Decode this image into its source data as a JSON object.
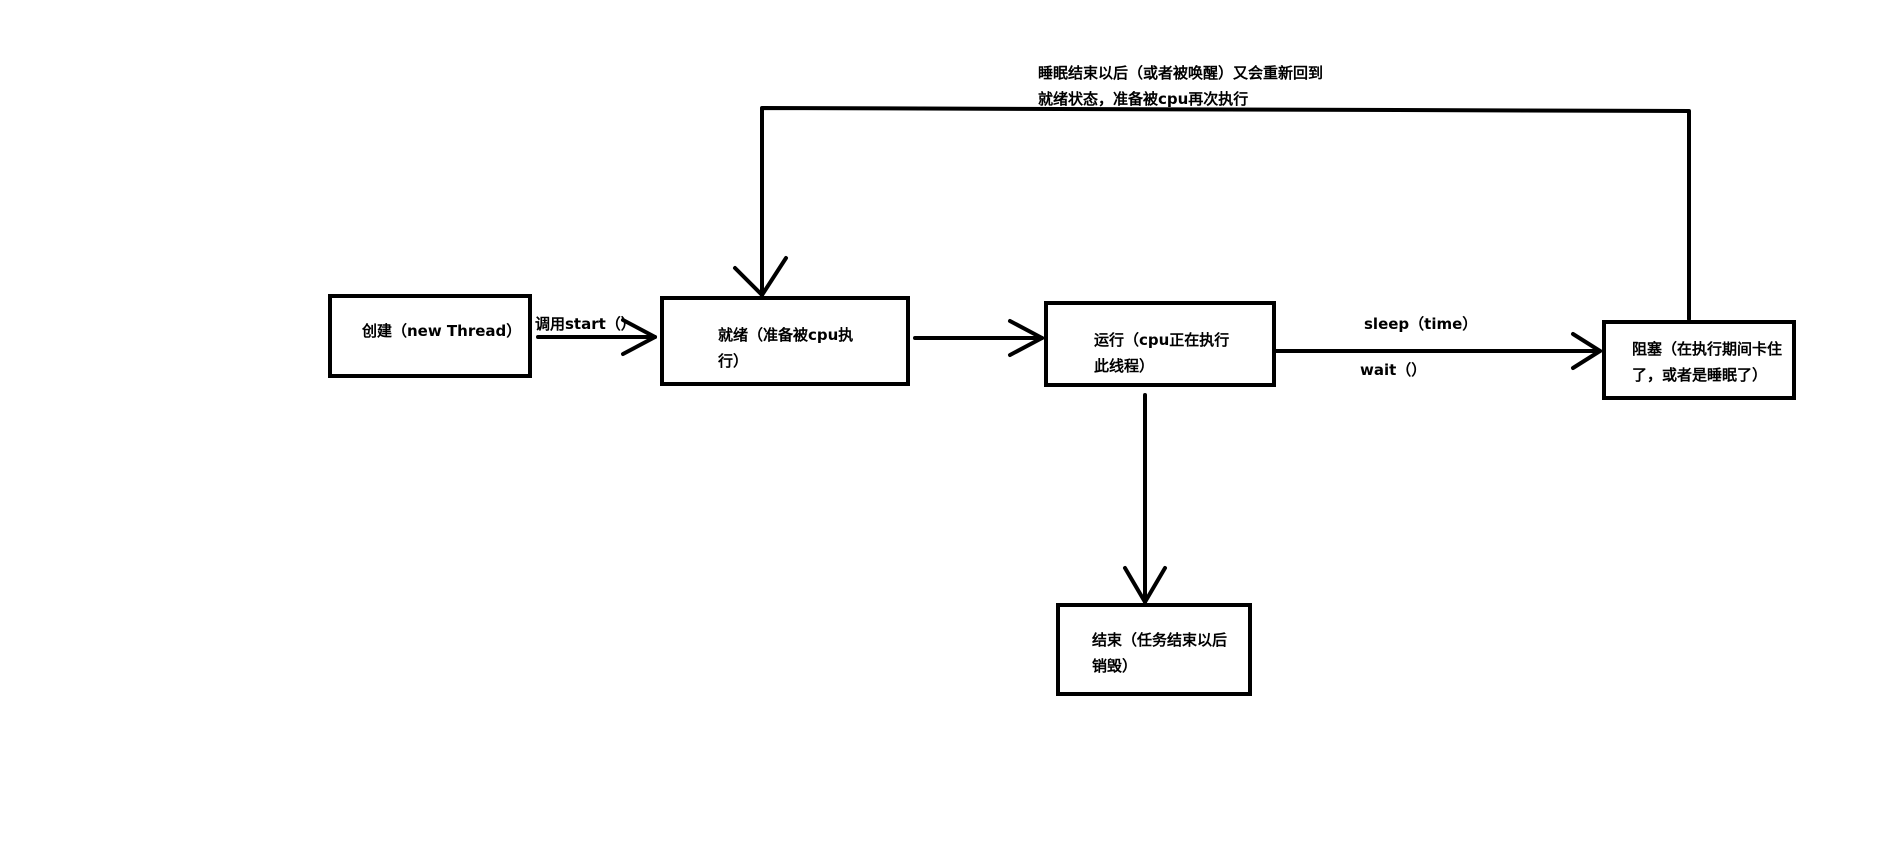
{
  "states": {
    "create": {
      "lines": [
        "创建（new Thread）"
      ]
    },
    "ready": {
      "lines": [
        "就绪（准备被cpu执",
        "行）"
      ]
    },
    "running": {
      "lines": [
        "运行（cpu正在执行",
        "此线程）"
      ]
    },
    "blocked": {
      "lines": [
        "阻塞（在执行期间卡住",
        "了，或者是睡眠了）"
      ]
    },
    "terminated": {
      "lines": [
        "结束（任务结束以后",
        "销毁）"
      ]
    }
  },
  "transitions": {
    "start_label": "调用start（）",
    "sleep_label": "sleep（time）",
    "wait_label": "wait（）",
    "wakeup_label": [
      "睡眠结束以后（或者被唤醒）又会重新回到",
      "就绪状态，准备被cpu再次执行"
    ]
  },
  "colors": {
    "stroke": "#000000",
    "background": "#ffffff"
  }
}
